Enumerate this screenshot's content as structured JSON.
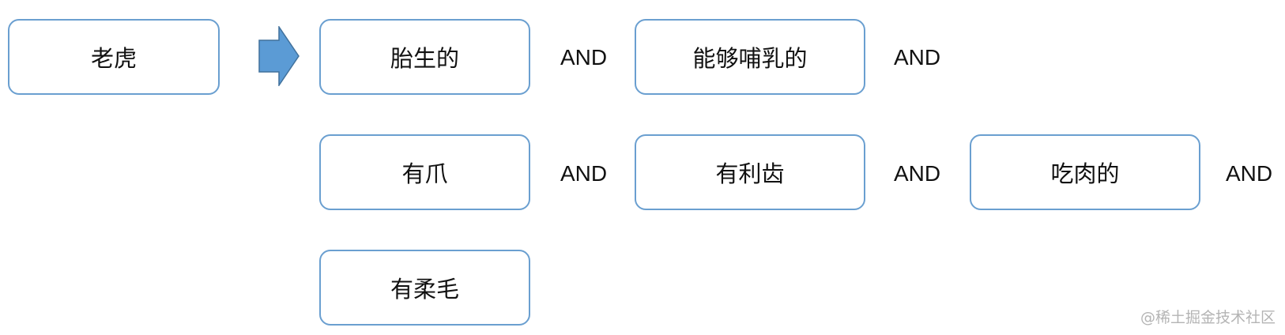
{
  "diagram": {
    "source": {
      "label": "老虎"
    },
    "arrow_icon": "right-arrow-icon",
    "row1": {
      "box1": "胎生的",
      "and1": "AND",
      "box2": "能够哺乳的",
      "and2": "AND"
    },
    "row2": {
      "box1": "有爪",
      "and1": "AND",
      "box2": "有利齿",
      "and2": "AND",
      "box3": "吃肉的",
      "and3": "AND"
    },
    "row3": {
      "box1": "有柔毛"
    }
  },
  "colors": {
    "box_border": "#6a9fd0",
    "arrow_fill": "#5b9bd5",
    "arrow_stroke": "#41719c"
  },
  "watermark": "@稀土掘金技术社区"
}
